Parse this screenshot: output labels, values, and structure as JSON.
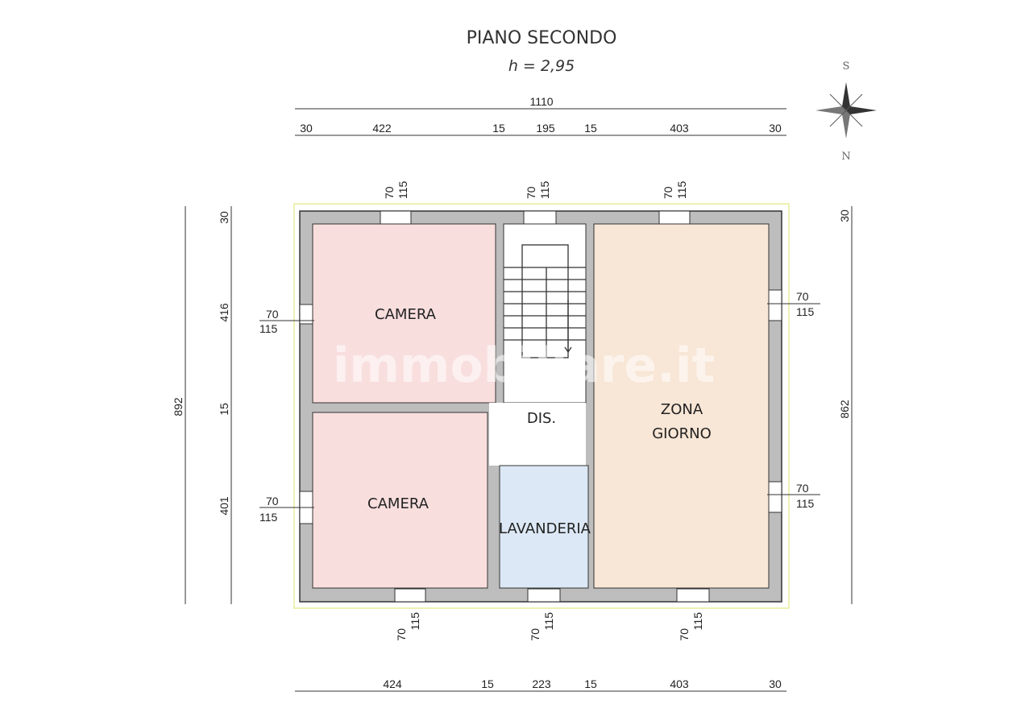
{
  "title": "PIANO SECONDO",
  "subtitle": "h = 2,95",
  "compass": {
    "top": "S",
    "bottom": "N"
  },
  "watermark": "immobiliare.it",
  "rooms": {
    "camera_top": "CAMERA",
    "camera_bottom": "CAMERA",
    "dis": "DIS.",
    "lavanderia": "LAVANDERIA",
    "zona_1": "ZONA",
    "zona_2": "GIORNO"
  },
  "dimensions": {
    "total_width": "1110",
    "top_chain": [
      "30",
      "422",
      "15",
      "195",
      "15",
      "403",
      "30"
    ],
    "bottom_chain": [
      "424",
      "15",
      "223",
      "15",
      "403",
      "30"
    ],
    "left_total": "892",
    "left_chain": [
      "30",
      "416",
      "15",
      "401"
    ],
    "right_chain": [
      "30",
      "862"
    ]
  },
  "window": {
    "sill": "70",
    "height": "115"
  },
  "colors": {
    "camera": "#f9dede",
    "zona": "#f8e6d6",
    "lavanderia": "#dce8f5",
    "wall": "#bdbdbd"
  }
}
